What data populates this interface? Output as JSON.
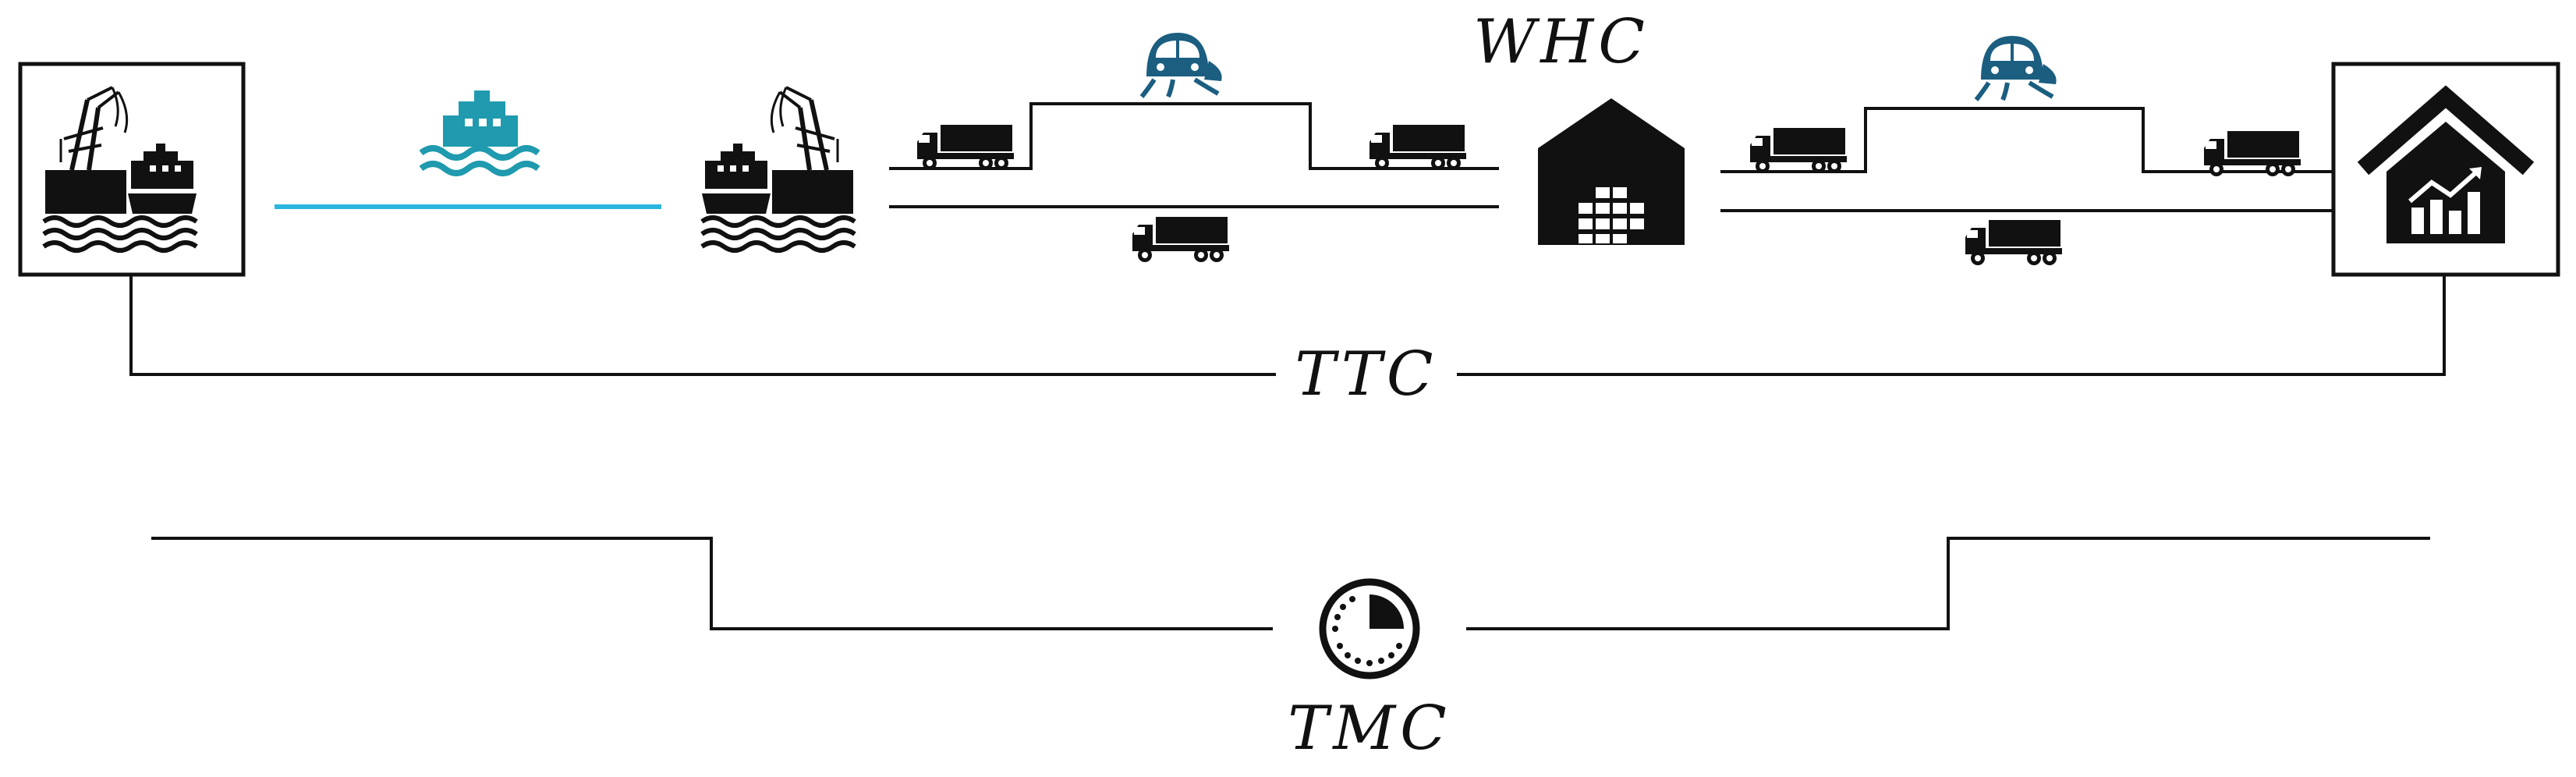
{
  "labels": {
    "whc": "WHC",
    "ttc": "TTC",
    "tmc": "TMC"
  },
  "colors": {
    "line": "#111111",
    "sea_route": "#29b6e0",
    "ship": "#1f9aae",
    "train": "#1b5e80",
    "icon": "#111111",
    "background": "#ffffff"
  },
  "icons": {
    "origin": "port-icon",
    "sea_transport": "ship-icon",
    "destination_port": "port-icon",
    "rail_upper_left": "train-icon",
    "rail_upper_right": "train-icon",
    "warehouse": "warehouse-icon",
    "trucks": "truck-icon",
    "final_destination": "smart-home-chart-icon",
    "time": "clock-icon"
  }
}
